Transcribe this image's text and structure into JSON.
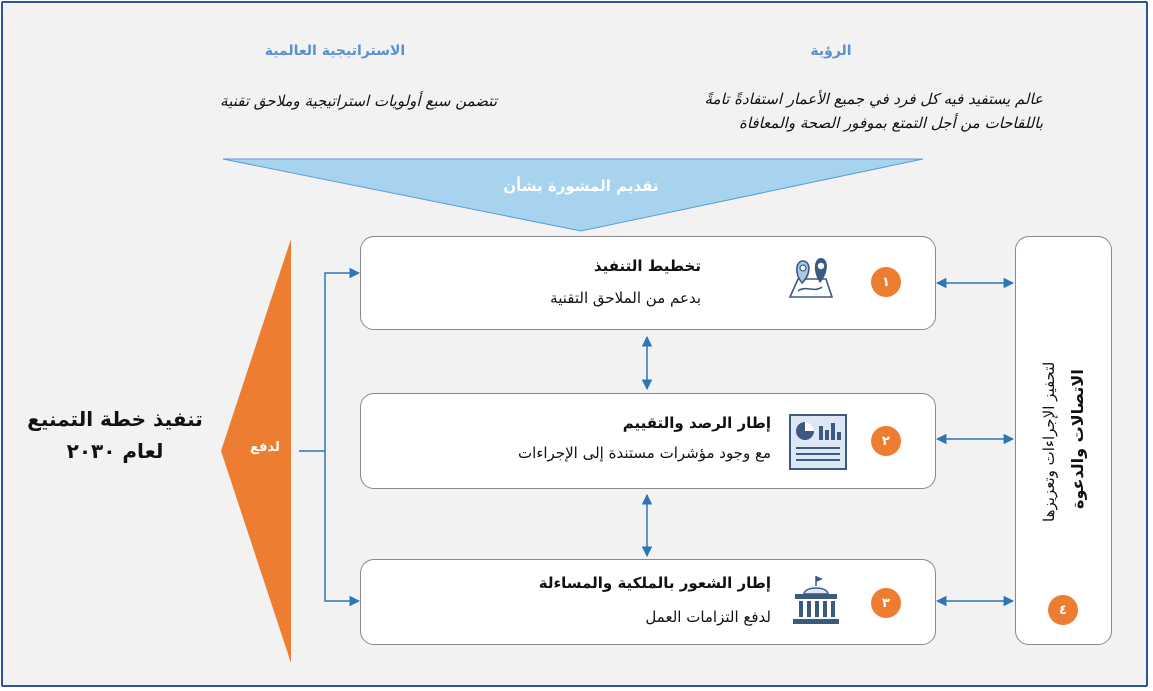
{
  "top": {
    "strategy_title": "الاستراتيجية العالمية",
    "strategy_text": "تتضمن سبع أولويات استراتيجية وملاحق تقنية",
    "vision_title": "الرؤية",
    "vision_line1": "عالم يستفيد فيه كل فرد في جميع الأعمار استفادةً تامةً",
    "vision_line2": "باللقاحات من أجل التمتع بموفور الصحة والمعافاة"
  },
  "banner": {
    "label": "تقديم المشورة بشأن"
  },
  "left": {
    "push_label": "لدفع",
    "goal_line1": "تنفيذ خطة التمنيع",
    "goal_line2": "لعام ٢٠٣٠"
  },
  "boxes": [
    {
      "num": "١",
      "title": "تخطيط التنفيذ",
      "subtitle": "بدعم من الملاحق التقنية",
      "icon": "map-pins-icon"
    },
    {
      "num": "٢",
      "title": "إطار الرصد والتقييم",
      "subtitle": "مع وجود مؤشرات مستندة إلى الإجراءات",
      "icon": "dashboard-chart-icon"
    },
    {
      "num": "٣",
      "title": "إطار الشعور بالملكية والمساءلة",
      "subtitle": "لدفع التزامات العمل",
      "icon": "government-building-icon"
    }
  ],
  "side_box": {
    "num": "٤",
    "title": "الاتصالات والدعوة",
    "subtitle": "لتحفيز الإجراءات وتعزيزها"
  },
  "colors": {
    "accent_blue": "#2e75b6",
    "banner": "#a7d3ee",
    "orange": "#ed7d31",
    "heading_blue": "#5b8fce"
  }
}
